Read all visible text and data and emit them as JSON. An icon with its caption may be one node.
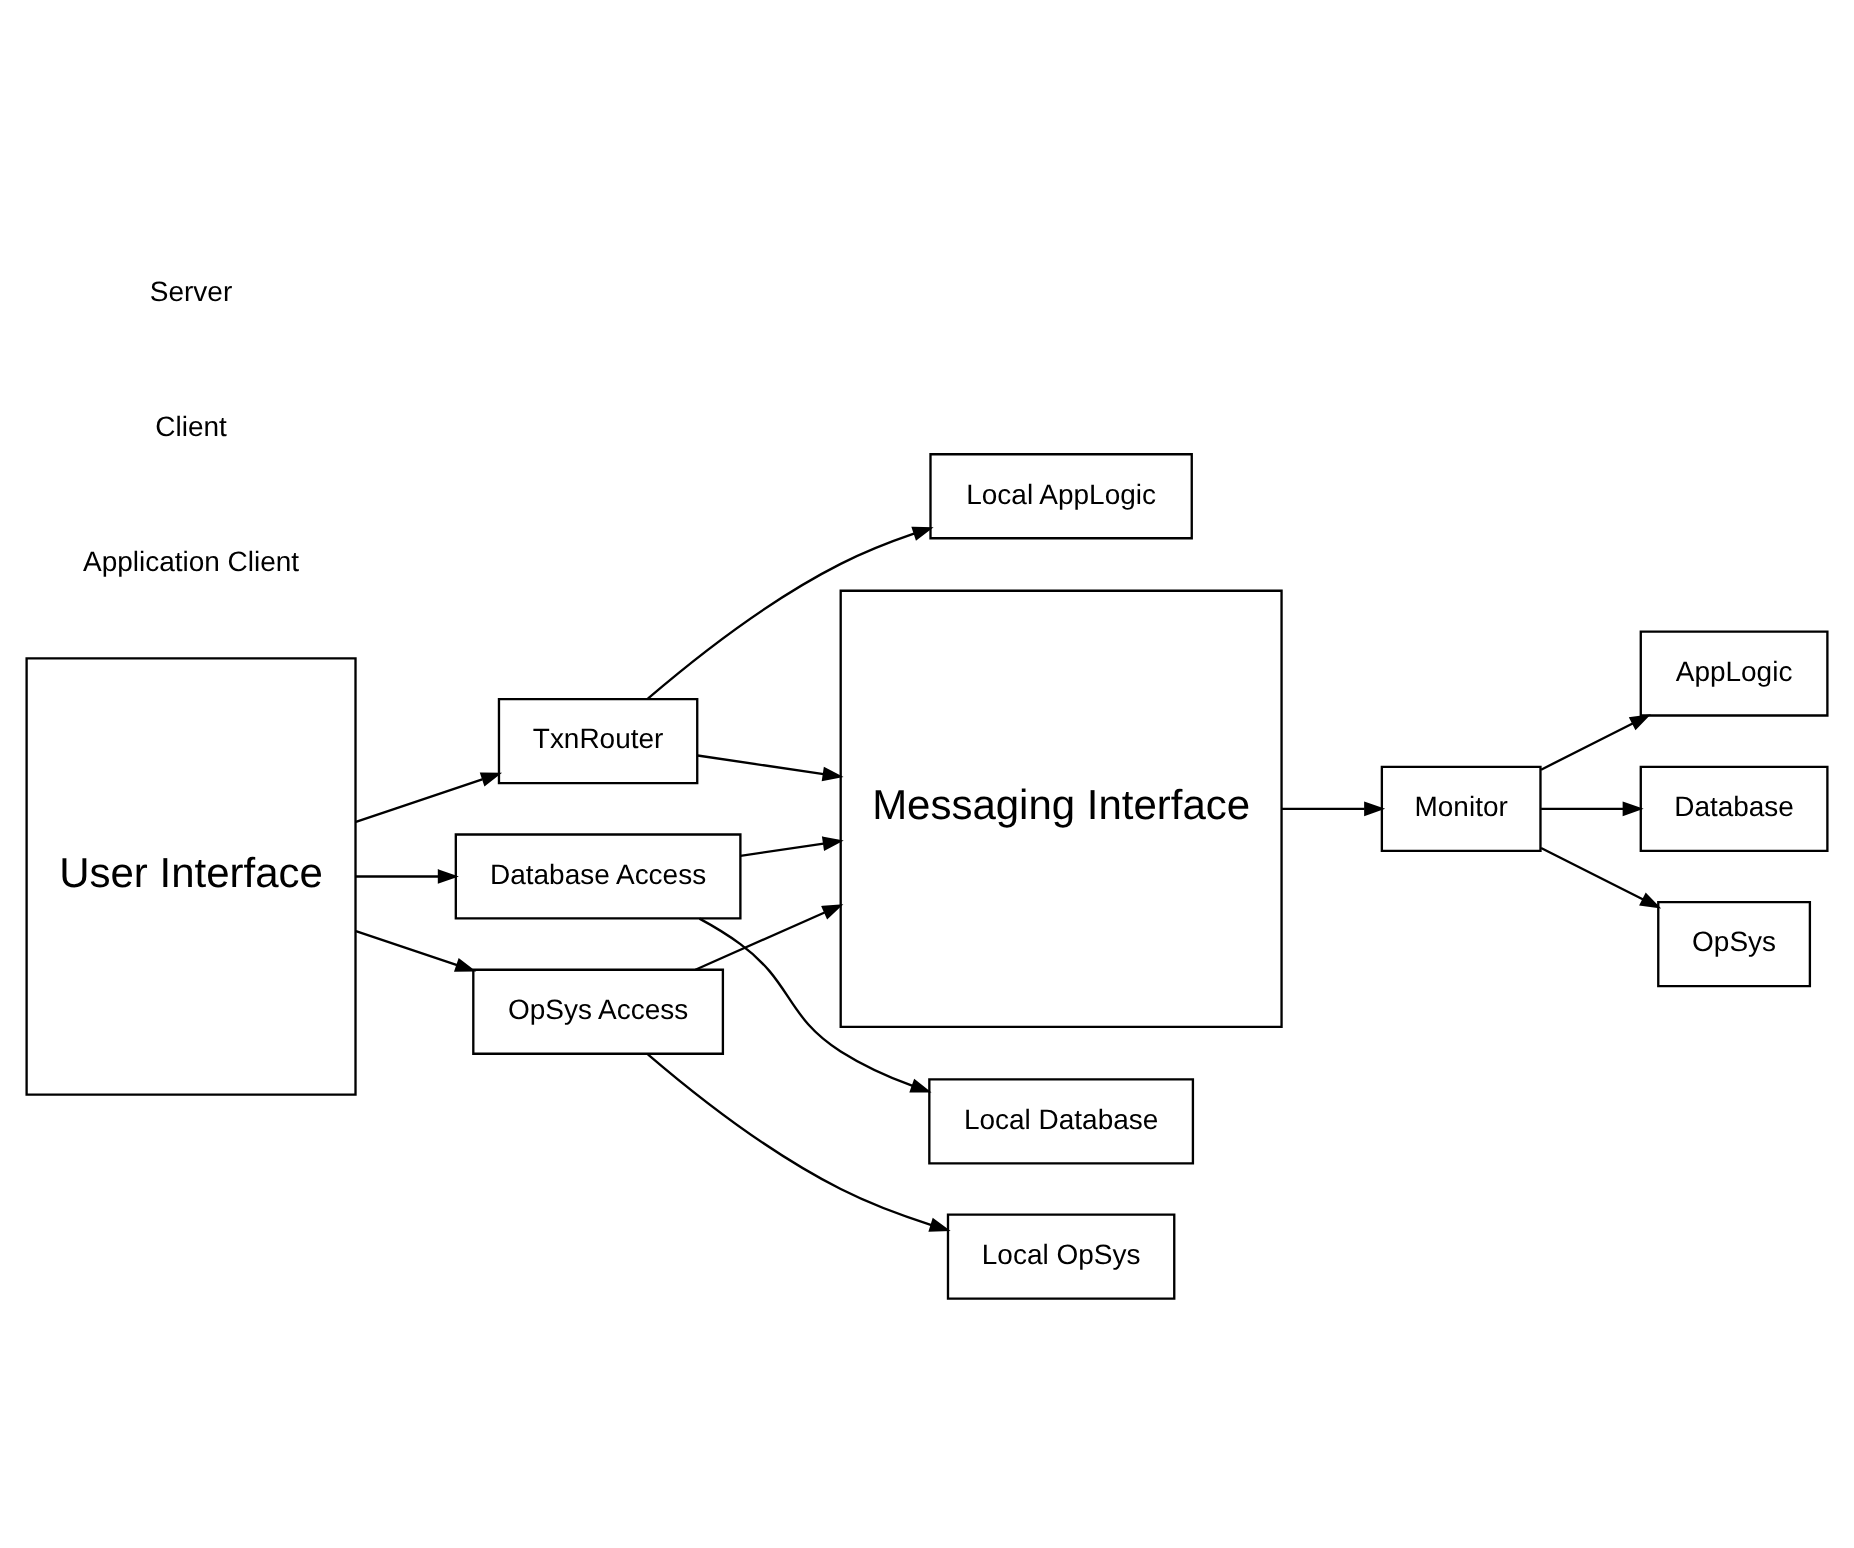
{
  "diagram": {
    "nodes": [
      {
        "text": [
          "User Interface"
        ]
      },
      {
        "text": [
          "Local AppLogic"
        ]
      },
      {
        "text": [
          "TxnRouter"
        ]
      },
      {
        "text": [
          "Database Access"
        ]
      },
      {
        "text": [
          "Local Database"
        ]
      },
      {
        "text": [
          "OpSys Access"
        ]
      },
      {
        "text": [
          "Local OpSys"
        ]
      },
      {
        "text": [
          "Messaging Interface"
        ]
      },
      {
        "text": [
          "Monitor"
        ]
      },
      {
        "text": [
          "AppLogic"
        ]
      },
      {
        "text": [
          "Database"
        ]
      },
      {
        "text": [
          "OpSys"
        ]
      }
    ],
    "edges": [
      {
        "from": 0,
        "to": 2,
        "arrow": "to"
      },
      {
        "from": 2,
        "to": 1,
        "arrow": "to"
      },
      {
        "from": 2,
        "to": 7,
        "arrow": "to"
      },
      {
        "from": 0,
        "to": 3,
        "arrow": "to"
      },
      {
        "from": 3,
        "to": 7,
        "arrow": "to"
      },
      {
        "from": 3,
        "to": 4,
        "arrow": "to"
      },
      {
        "from": 0,
        "to": 5,
        "arrow": "to"
      },
      {
        "from": 5,
        "to": 7,
        "arrow": "to"
      },
      {
        "from": 5,
        "to": 6,
        "arrow": "to"
      },
      {
        "from": 7,
        "to": 8,
        "arrow": "to"
      },
      {
        "from": 8,
        "to": 9,
        "arrow": "to"
      },
      {
        "from": 8,
        "to": 10,
        "arrow": "to"
      },
      {
        "from": 8,
        "to": 11,
        "arrow": "to"
      }
    ],
    "labels": [
      "Application Client",
      "Client",
      "Server"
    ]
  }
}
